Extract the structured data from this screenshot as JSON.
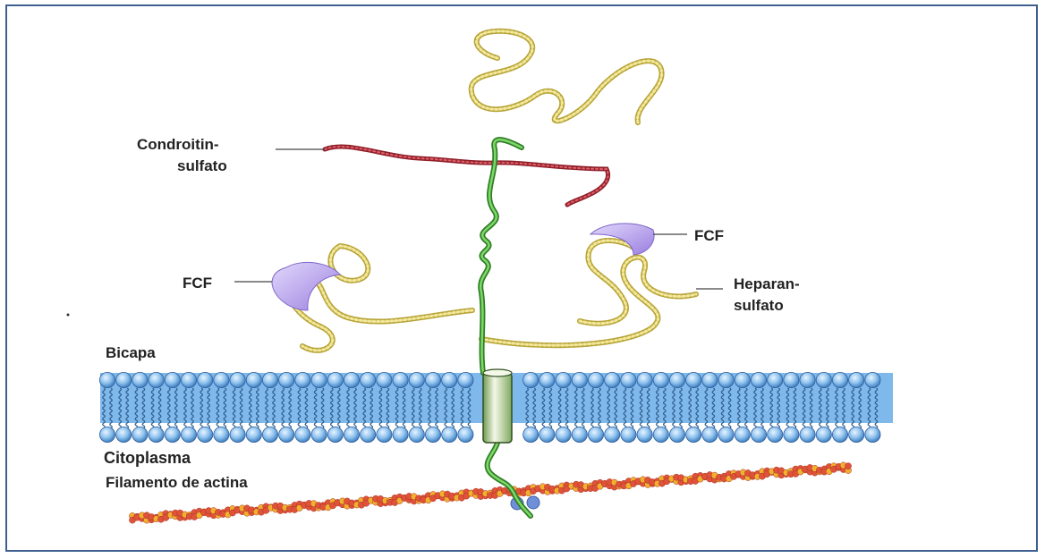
{
  "labels": {
    "condroitin_line1": "Condroitin-",
    "condroitin_line2": "sulfato",
    "fcf_left": "FCF",
    "fcf_right": "FCF",
    "heparan_line1": "Heparan-",
    "heparan_line2": "sulfato",
    "bicapa": "Bicapa",
    "citoplasma": "Citoplasma",
    "actina": "Filamento de actina"
  },
  "colors": {
    "frame_border": "#3f5f8f",
    "membrane_head": "#7fb8ea",
    "membrane_tail": "#5f8fc0",
    "core_protein": "#4caf3a",
    "chondroitin_chain": "#c0343c",
    "heparan_chain": "#d8c85a",
    "fgf_protein": "#b9a2e8",
    "actin_filament": "#e0533a",
    "actin_highlight": "#f2b030"
  }
}
